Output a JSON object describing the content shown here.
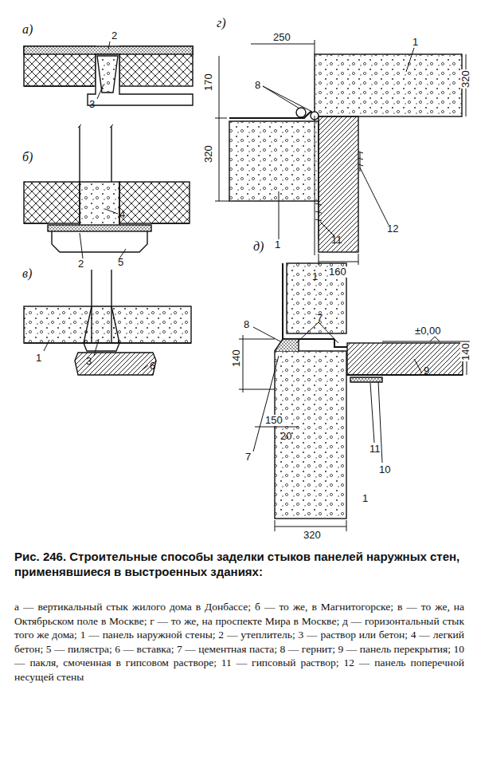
{
  "diagram": {
    "caption": "Рис. 246. Строительные способы заделки стыков панелей наружных стен, применявшиеся в выстроенных зданиях:",
    "labels": [
      "а)",
      "2",
      "3",
      "б)",
      "4",
      "2",
      "5",
      "в)",
      "1",
      "3",
      "6",
      "г)",
      "250",
      "1",
      "8",
      "170",
      "320",
      "320",
      "1",
      "11",
      "12",
      "160",
      "д)",
      "1",
      "8",
      "7",
      "7",
      "140",
      "150",
      "20",
      "±0,00",
      "9",
      "140",
      "11",
      "10",
      "1",
      "320",
      "а — вертикальный стык жилого дома в Донбассе; б — то же, в Магнитогорске; в — то же, на Октябрьском поле в Москве; г — то же, на проспекте Мира в Москве; д — горизонтальный стык того же дома; 1 — панель наружной стены; 2 — утеплитель; 3 — раствор или бетон; 4 — легкий бетон; 5 — пилястра; 6 — вставка; 7 — цементная паста; 8 — гернит; 9 — панель перекрытия; 10 — пакля, смоченная в гипсовом растворе; 11 — гипсовый раствор; 12 — панель поперечной несущей стены"
    ]
  }
}
